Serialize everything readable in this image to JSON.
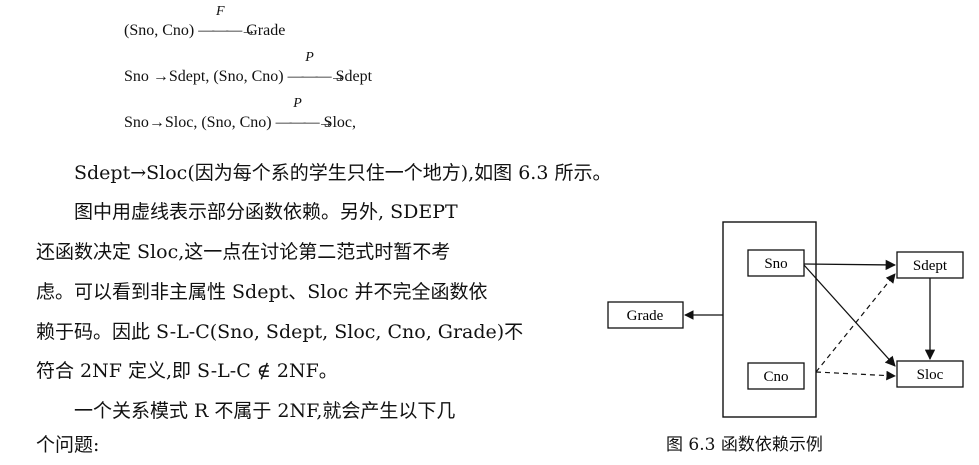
{
  "fd_lines": {
    "line1": {
      "left": "(Sno, Cno)",
      "label": "F",
      "right": "Grade"
    },
    "line2": {
      "prefix": "Sno →Sdept, (Sno, Cno)",
      "label": "P",
      "right": "Sdept"
    },
    "line3": {
      "prefix": "Sno→Sloc, (Sno, Cno)",
      "label": "P",
      "right": "Sloc,"
    }
  },
  "paragraphs": {
    "p1": "Sdept→Sloc(因为每个系的学生只住一个地方),如图 6.3 所示。",
    "p2_l1": "图中用虚线表示部分函数依赖。另外, SDEPT",
    "p2_l2": "还函数决定 Sloc,这一点在讨论第二范式时暂不考",
    "p2_l3": "虑。可以看到非主属性 Sdept、Sloc 并不完全函数依",
    "p2_l4": "赖于码。因此 S-L-C(Sno, Sdept, Sloc, Cno, Grade)不",
    "p2_l5": "符合 2NF 定义,即 S-L-C ∉ 2NF。",
    "p3_l1": "一个关系模式 R 不属于 2NF,就会产生以下几",
    "p3_l2": "个问题:"
  },
  "figure": {
    "nodes": {
      "sno": "Sno",
      "cno": "Cno",
      "sdept": "Sdept",
      "sloc": "Sloc",
      "grade": "Grade"
    },
    "caption": "图 6.3   函数依赖示例"
  }
}
